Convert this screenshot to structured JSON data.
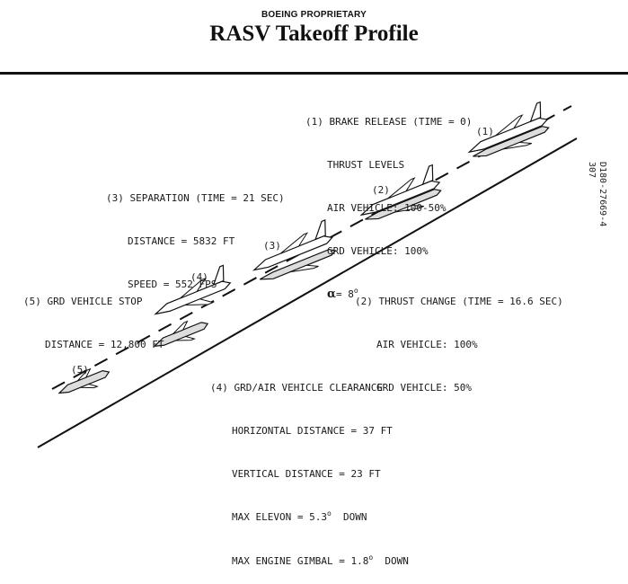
{
  "header": {
    "proprietary": "BOEING PROPRIETARY",
    "title": "RASV Takeoff Profile"
  },
  "doc_number": {
    "line1": "D180-27669-4",
    "line2": "307"
  },
  "events": {
    "brake_release": {
      "heading": "(1) BRAKE RELEASE (TIME = 0)",
      "line1": "THRUST LEVELS",
      "line2": "AIR VEHICLE: 100-50%",
      "line3": "GRD VEHICLE: 100%",
      "alpha_symbol": "α",
      "alpha_value": "= 8",
      "alpha_unit": "o"
    },
    "thrust_change": {
      "heading": "(2) THRUST CHANGE (TIME = 16.6 SEC)",
      "line1": "AIR VEHICLE: 100%",
      "line2": "GRD VEHICLE: 50%"
    },
    "separation": {
      "heading": "(3) SEPARATION (TIME = 21 SEC)",
      "line1": "DISTANCE = 5832 FT",
      "line2": "SPEED = 552 FPS"
    },
    "clearance": {
      "heading": "(4) GRD/AIR VEHICLE CLEARANCE",
      "line1": "HORIZONTAL DISTANCE = 37 FT",
      "line2": "VERTICAL DISTANCE = 23 FT",
      "line3_value": "MAX ELEVON = 5.3",
      "line3_deg": "o",
      "line3_dir": "  DOWN",
      "line4_value": "MAX ENGINE GIMBAL = 1.8",
      "line4_deg": "o",
      "line4_dir": "  DOWN"
    },
    "grd_stop": {
      "heading": "(5) GRD VEHICLE STOP",
      "line1": "DISTANCE = 12,800 FT"
    }
  },
  "markers": {
    "m1": "(1)",
    "m2": "(2)",
    "m3": "(3)",
    "m4": "(4)",
    "m5": "(5)"
  },
  "colors": {
    "ink": "#111111",
    "background": "#ffffff"
  }
}
